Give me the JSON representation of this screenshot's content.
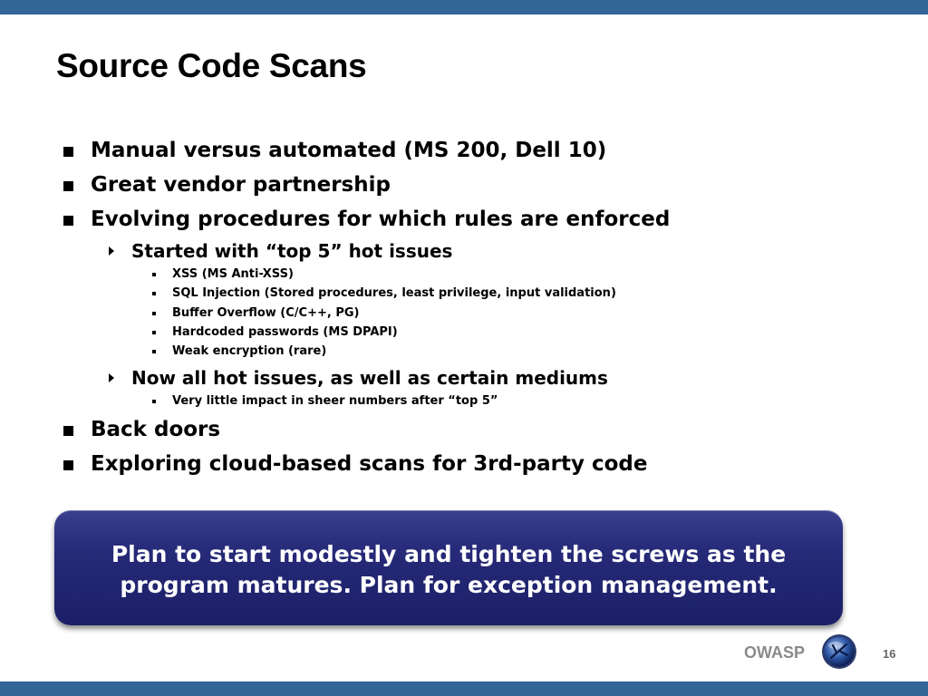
{
  "slide": {
    "title": "Source Code Scans",
    "bullets": [
      "Manual versus automated (MS 200, Dell 10)",
      "Great vendor partnership",
      "Evolving procedures for which rules are enforced",
      "Started with “top 5” hot issues",
      "XSS (MS Anti-XSS)",
      "SQL Injection (Stored procedures, least privilege, input validation)",
      "Buffer Overflow (C/C++, PG)",
      "Hardcoded passwords (MS DPAPI)",
      "Weak encryption (rare)",
      "Now all hot issues, as well as certain mediums",
      "Very little impact in sheer numbers after “top 5”",
      "Back doors",
      "Exploring cloud-based scans for 3rd-party code"
    ],
    "callout": {
      "line1": "Plan to start modestly and tighten the screws as the",
      "line2": "program matures. Plan for exception management."
    }
  },
  "footer": {
    "brand": "OWASP",
    "logo_icon": "owasp-wasp-logo-icon",
    "page_number": "16"
  },
  "colors": {
    "bar": "#336699",
    "callout": "#262a78",
    "brand_text": "#8a8a8a"
  }
}
